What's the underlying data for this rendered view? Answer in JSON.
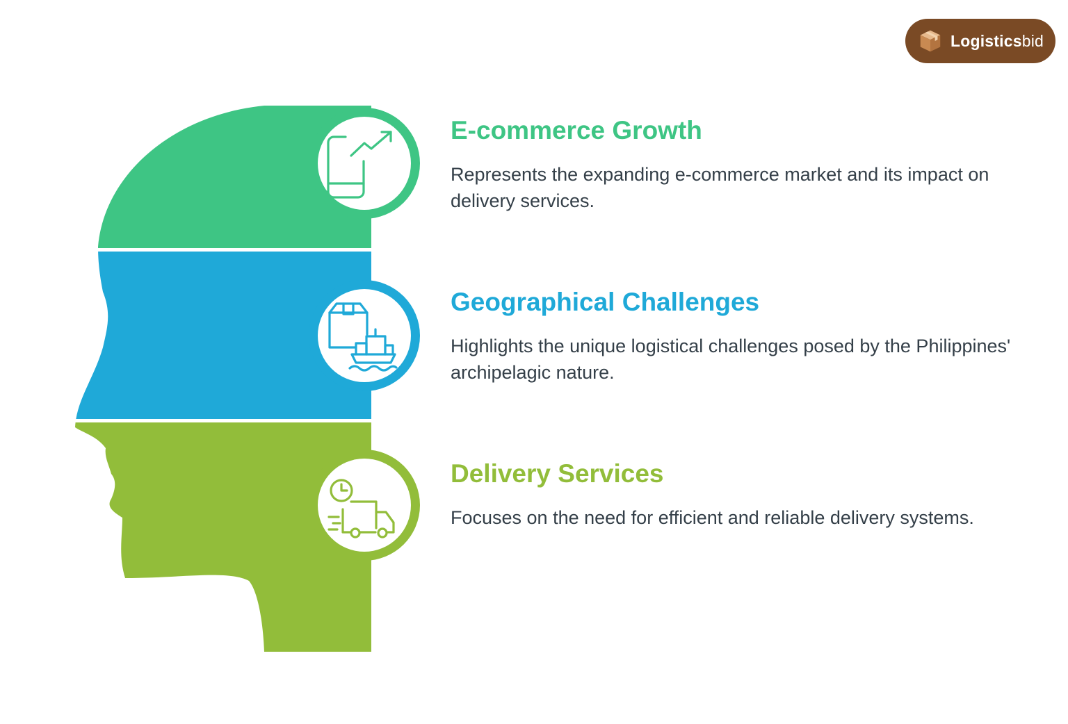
{
  "brand": {
    "name_bold": "Logistics",
    "name_light": "bid",
    "badge_color": "#7a4a25"
  },
  "items": [
    {
      "title": "E-commerce Growth",
      "description": "Represents the expanding e-commerce market and its impact on delivery services.",
      "color": "#3ec584",
      "icon": "mobile-growth-icon"
    },
    {
      "title": "Geographical Challenges",
      "description": "Highlights the unique logistical challenges posed by the Philippines' archipelagic nature.",
      "color": "#1fa9d8",
      "icon": "box-ship-icon"
    },
    {
      "title": "Delivery Services",
      "description": "Focuses on the need for efficient and reliable delivery systems.",
      "color": "#92bd3a",
      "icon": "fast-delivery-truck-icon"
    }
  ]
}
